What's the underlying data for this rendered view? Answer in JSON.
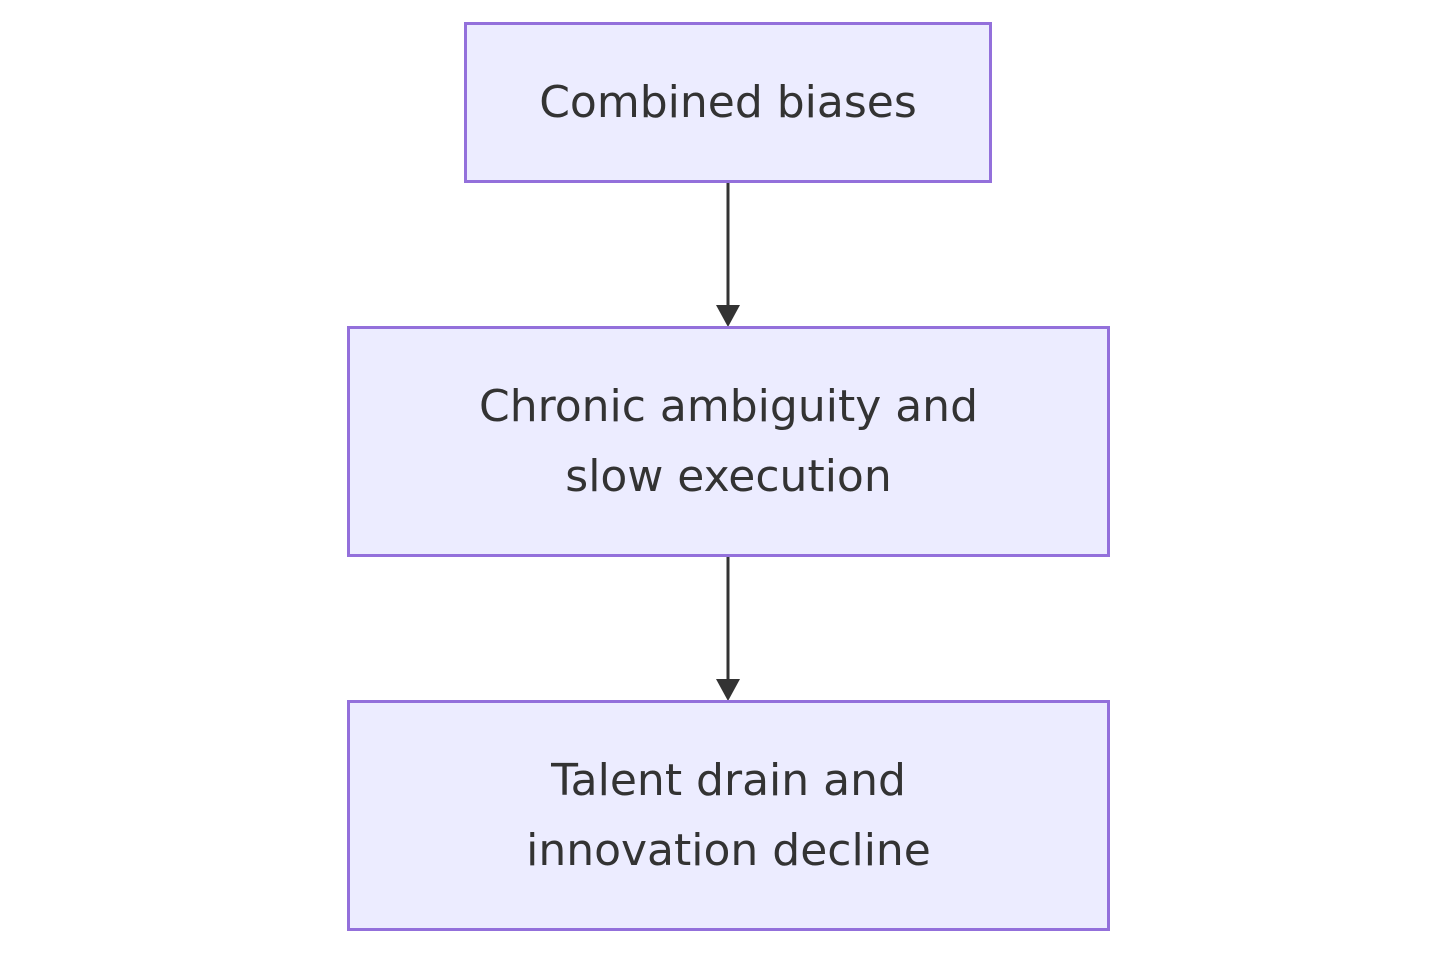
{
  "diagram": {
    "nodes": [
      {
        "id": "combined-biases",
        "lines": [
          "Combined biases"
        ]
      },
      {
        "id": "chronic-ambiguity",
        "lines": [
          "Chronic ambiguity and",
          "slow execution"
        ]
      },
      {
        "id": "talent-drain",
        "lines": [
          "Talent drain and",
          "innovation decline"
        ]
      }
    ],
    "edges": [
      {
        "from": "combined-biases",
        "to": "chronic-ambiguity"
      },
      {
        "from": "chronic-ambiguity",
        "to": "talent-drain"
      }
    ],
    "colors": {
      "node_fill": "#ececff",
      "node_stroke": "#9370db",
      "text": "#333333",
      "edge": "#333333"
    }
  }
}
